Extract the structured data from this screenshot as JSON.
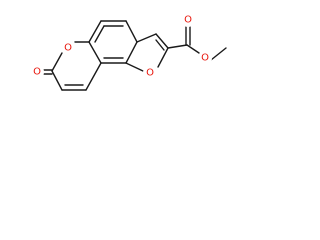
{
  "structure": {
    "atoms": {
      "furan_oxygen": "O",
      "ester_carbonyl_oxygen": "O",
      "ester_ether_oxygen": "O",
      "pyranone_ring_oxygen": "O",
      "pyranone_carbonyl_oxygen": "O"
    }
  },
  "colors": {
    "bond": "#1a1a1a",
    "oxygen": "#e8160c",
    "background": "#ffffff"
  }
}
